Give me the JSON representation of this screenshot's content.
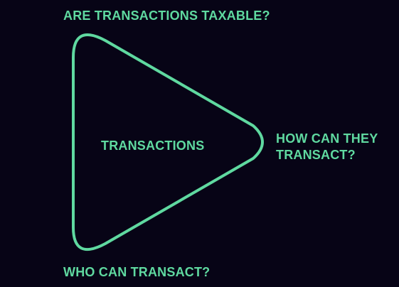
{
  "diagram": {
    "top_label": "ARE TRANSACTIONS TAXABLE?",
    "center_label": "TRANSACTIONS",
    "right_label_line1": "HOW CAN THEY",
    "right_label_line2": "TRANSACT?",
    "bottom_label": "WHO CAN TRANSACT?"
  },
  "colors": {
    "background": "#070416",
    "accent": "#5fd9a0"
  }
}
